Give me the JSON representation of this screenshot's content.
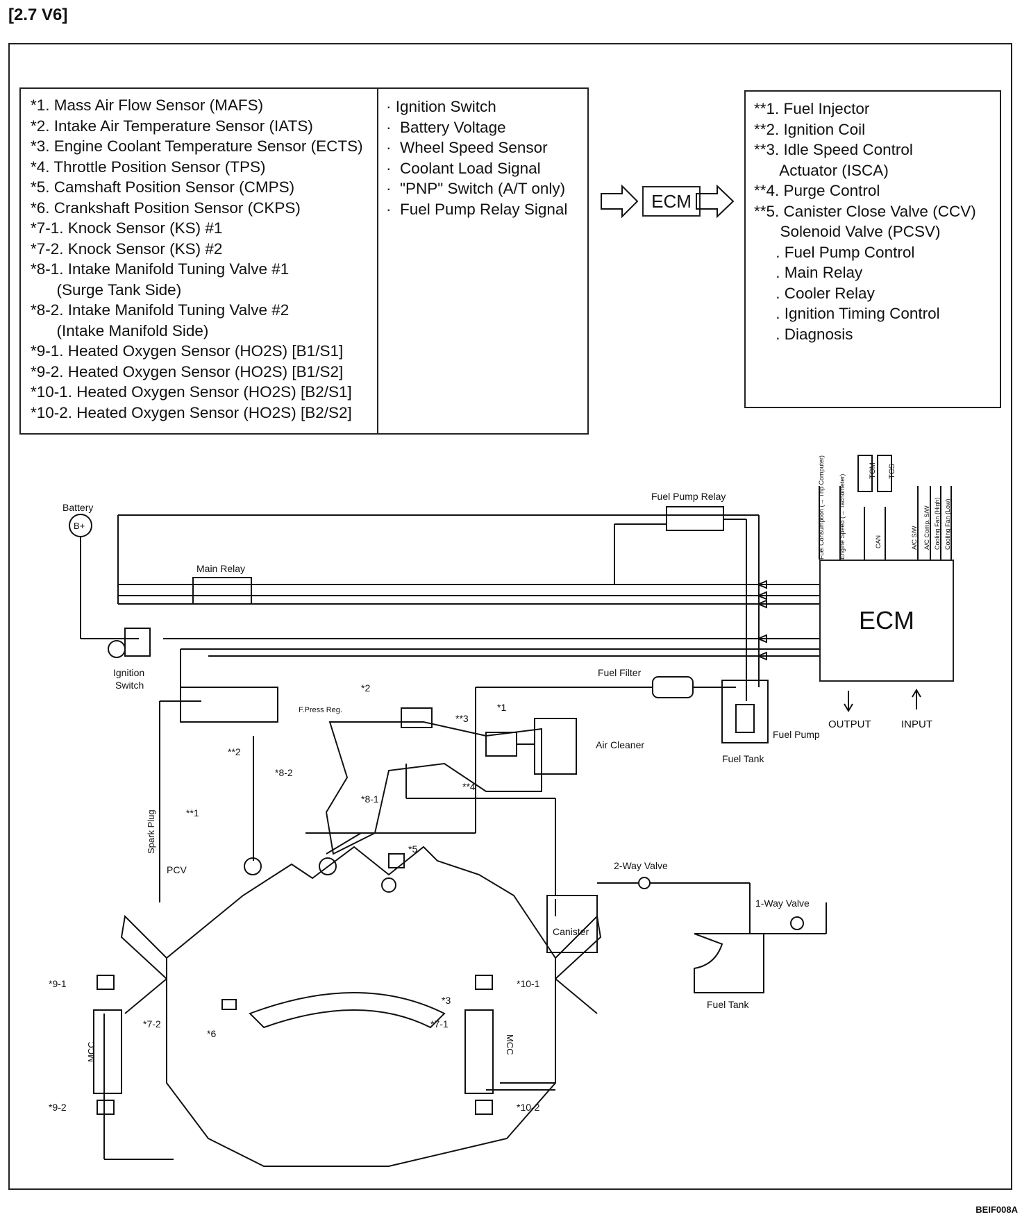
{
  "header": "[2.7 V6]",
  "figure_code": "BEIF008A",
  "sensors_list": [
    "*1. Mass Air Flow Sensor (MAFS)",
    "*2. Intake Air Temperature Sensor (IATS)",
    "*3. Engine Coolant Temperature Sensor (ECTS)",
    "*4. Throttle Position Sensor (TPS)",
    "*5. Camshaft Position Sensor (CMPS)",
    "*6. Crankshaft Position Sensor (CKPS)",
    "*7-1. Knock Sensor (KS) #1",
    "*7-2. Knock Sensor (KS) #2",
    "*8-1. Intake Manifold Tuning Valve #1",
    "      (Surge Tank Side)",
    "*8-2. Intake Manifold Tuning Valve #2",
    "      (Intake Manifold Side)",
    "*9-1. Heated Oxygen Sensor (HO2S) [B1/S1]",
    "*9-2. Heated Oxygen Sensor (HO2S) [B1/S2]",
    "*10-1. Heated Oxygen Sensor (HO2S) [B2/S1]",
    "*10-2. Heated Oxygen Sensor (HO2S) [B2/S2]"
  ],
  "signals_list": [
    "· Ignition Switch",
    "·  Battery Voltage",
    "·  Wheel Speed Sensor",
    "·  Coolant Load Signal",
    "·  \"PNP\" Switch (A/T only)",
    "·  Fuel Pump Relay Signal"
  ],
  "ecm_small": "ECM",
  "actuators_list": [
    "**1. Fuel Injector",
    "**2. Ignition Coil",
    "**3. Idle Speed Control",
    "      Actuator (ISCA)",
    "**4. Purge Control",
    "**5. Canister Close Valve (CCV)",
    "      Solenoid Valve (PCSV)",
    "     . Fuel Pump Control",
    "     . Main Relay",
    "     . Cooler Relay",
    "     . Ignition Timing Control",
    "     . Diagnosis"
  ],
  "diagram": {
    "ecm": "ECM",
    "output": "OUTPUT",
    "input": "INPUT",
    "battery": "Battery",
    "battery_symbol": "B+",
    "fuel_pump_relay": "Fuel Pump Relay",
    "main_relay": "Main Relay",
    "ignition_switch": "Ignition\nSwitch",
    "fuel_filter": "Fuel Filter",
    "fuel_pump": "Fuel Pump",
    "fuel_tank_top": "Fuel Tank",
    "fuel_tank_bottom": "Fuel Tank",
    "air_cleaner": "Air Cleaner",
    "two_way_valve": "2-Way Valve",
    "one_way_valve": "1-Way Valve",
    "canister": "Canister",
    "pcv": "PCV",
    "spark_plug": "Spark Plug",
    "f_press_reg": "F.Press Reg.",
    "mcc_left": "MCC",
    "mcc_right": "MCC",
    "tcm": "TCM",
    "tcs": "TCS",
    "ecm_top_labels": [
      "Fuel Consumption (→ Trip Computer)",
      "Engine Speed (→ Tachometer)",
      "CAN",
      "A/C S/W",
      "A/C Comp. S/W",
      "Cooling Fan (High)",
      "Cooling Fan (Low)"
    ],
    "callouts": {
      "c2": "*2",
      "c3": "**3",
      "c1": "*1",
      "c4": "**4",
      "c82": "*8-2",
      "c81": "*8-1",
      "c1b": "**1",
      "c2b": "**2",
      "c5": "*5",
      "c3b": "*3",
      "c71": "*7-1",
      "c72": "*7-2",
      "c6": "*6",
      "c91": "*9-1",
      "c92": "*9-2",
      "c101": "*10-1",
      "c102": "*10-2"
    }
  }
}
